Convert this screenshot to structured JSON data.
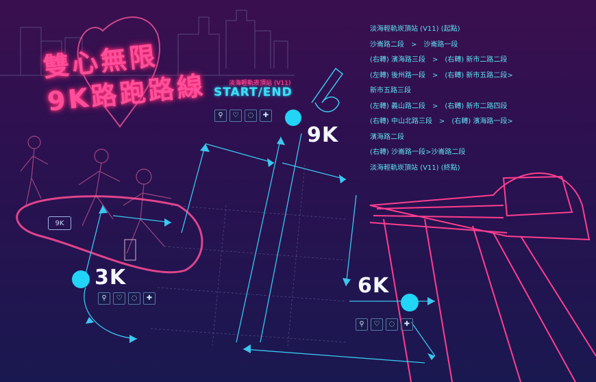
{
  "title": {
    "line1": "雙心無限",
    "line2": "9K路跑路線"
  },
  "start": {
    "station": "淡海輕軌崁頂站 (V11)",
    "label": "START/END"
  },
  "markers": {
    "km9": "9K",
    "km3": "3K",
    "km6": "6K"
  },
  "badge": "9K",
  "route": [
    "淡海輕軌崁頂站 (V11) (起點)",
    "沙崙路二段　>　沙崙路一段",
    "(右轉) 濱海路三段　>　(右轉) 新市二路二段",
    "(左轉) 後州路一段　>　(右轉) 新市五路二段>",
    "新市五路三段",
    "(左轉) 義山路二段　>　(右轉) 新市二路四段",
    "(右轉) 中山北路三段　>　(右轉) 濱海路一段>",
    "濱海路二段",
    "(右轉) 沙崙路一段>沙崙路二段",
    "淡海輕軌崁頂站 (V11) (終點)"
  ],
  "amenity_icons": [
    "toilet-icon",
    "heart-icon",
    "water-drop-icon",
    "first-aid-icon"
  ],
  "colors": {
    "neon_pink": "#ff2d7a",
    "neon_cyan": "#22c6ee",
    "background": "#2a1150"
  }
}
